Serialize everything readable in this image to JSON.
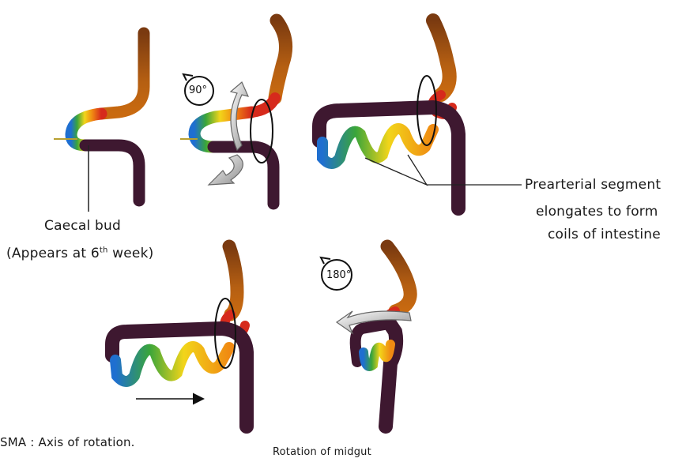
{
  "labels": {
    "caecal_bud": "Caecal bud",
    "appears_prefix": "(Appears at 6",
    "appears_sup": "th",
    "appears_suffix": " week)",
    "prearterial_line1": "Prearterial segment",
    "prearterial_line2": "elongates to form",
    "prearterial_line3": "coils of intestine",
    "sma_axis": "SMA : Axis of rotation.",
    "caption": "Rotation of midgut"
  },
  "rotations": {
    "first": "90°",
    "second": "180°"
  },
  "colors": {
    "tube_dark": "#3e1830",
    "tube_brown": "#a8540f",
    "red": "#d62a1c",
    "orange": "#f08a12",
    "yellow": "#f2d51a",
    "green": "#3aa53a",
    "blue": "#1f6fd0",
    "rotation_arrow": "#8c8c8c"
  }
}
